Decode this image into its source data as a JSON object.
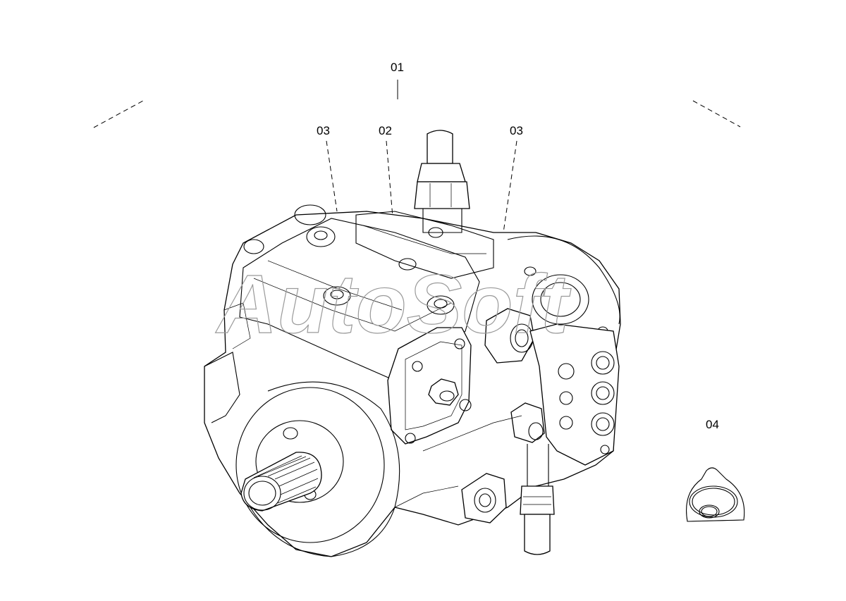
{
  "callouts": {
    "c01": "01",
    "c02": "02",
    "c03a": "03",
    "c03b": "03",
    "c04": "04"
  },
  "watermark": "AutoSoft"
}
